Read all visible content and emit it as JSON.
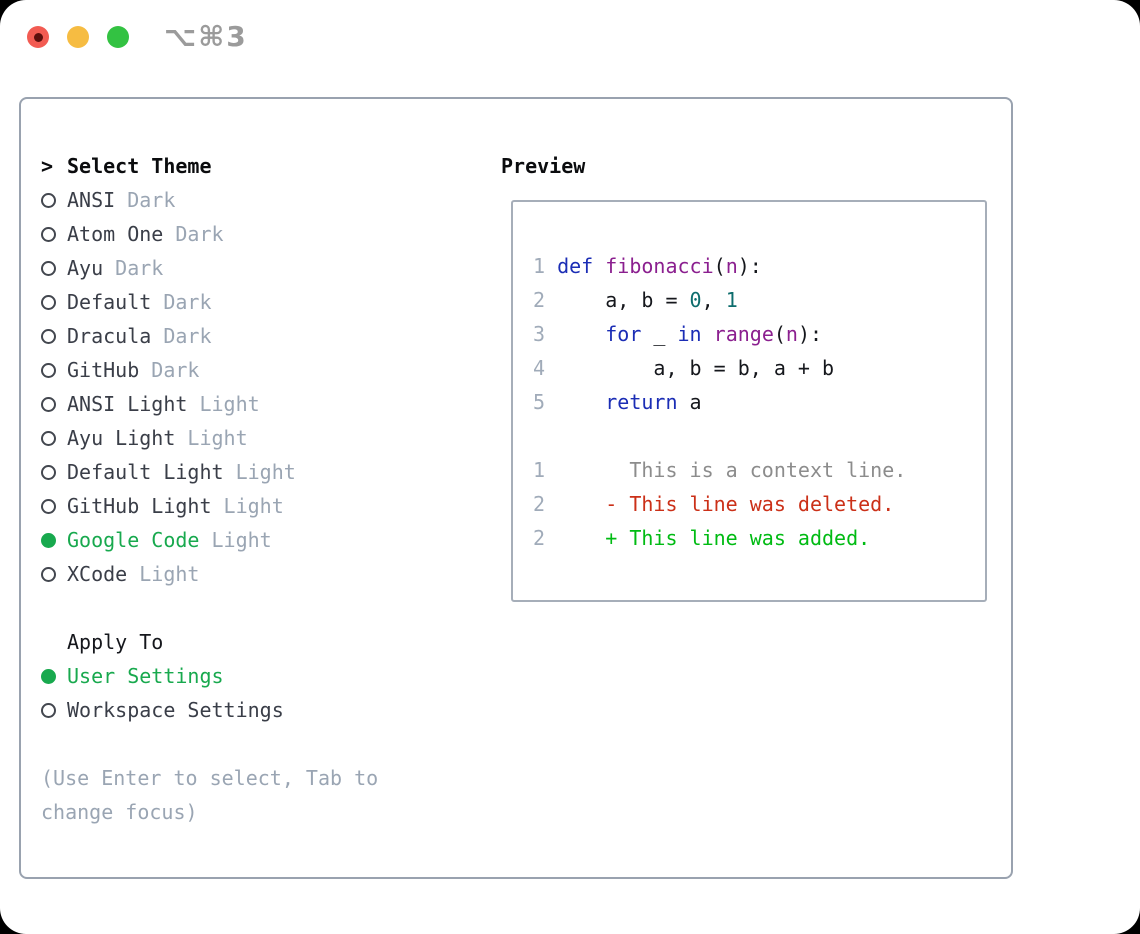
{
  "window": {
    "shortcut_label": "⌥⌘3",
    "traffic_lights": {
      "close_color": "#f25b52",
      "close_dot_color": "#5c0f0d",
      "minimize_color": "#f6bc42",
      "zoom_color": "#33c242"
    }
  },
  "theme_panel": {
    "heading_prefix": ">",
    "heading": "Select Theme",
    "themes": [
      {
        "name": "ANSI",
        "variant": "Dark",
        "selected": false
      },
      {
        "name": "Atom One",
        "variant": "Dark",
        "selected": false
      },
      {
        "name": "Ayu",
        "variant": "Dark",
        "selected": false
      },
      {
        "name": "Default",
        "variant": "Dark",
        "selected": false
      },
      {
        "name": "Dracula",
        "variant": "Dark",
        "selected": false
      },
      {
        "name": "GitHub",
        "variant": "Dark",
        "selected": false
      },
      {
        "name": "ANSI Light",
        "variant": "Light",
        "selected": false
      },
      {
        "name": "Ayu Light",
        "variant": "Light",
        "selected": false
      },
      {
        "name": "Default Light",
        "variant": "Light",
        "selected": false
      },
      {
        "name": "GitHub Light",
        "variant": "Light",
        "selected": false
      },
      {
        "name": "Google Code",
        "variant": "Light",
        "selected": true
      },
      {
        "name": "XCode",
        "variant": "Light",
        "selected": false
      }
    ],
    "apply_to": {
      "heading": "Apply To",
      "options": [
        {
          "name": "User Settings",
          "selected": true
        },
        {
          "name": "Workspace Settings",
          "selected": false
        }
      ]
    },
    "help_lines": [
      "(Use Enter to select, Tab to",
      "change focus)"
    ]
  },
  "preview_panel": {
    "heading": "Preview",
    "lines": [
      {
        "kind": "code",
        "number": "1",
        "tokens": [
          [
            "pl",
            " "
          ],
          [
            "kw",
            "def"
          ],
          [
            "pl",
            " "
          ],
          [
            "fn",
            "fibonacci"
          ],
          [
            "pl",
            "("
          ],
          [
            "fn",
            "n"
          ],
          [
            "pl",
            "):"
          ]
        ]
      },
      {
        "kind": "code",
        "number": "2",
        "tokens": [
          [
            "pl",
            "     a, b = "
          ],
          [
            "num",
            "0"
          ],
          [
            "pl",
            ", "
          ],
          [
            "num",
            "1"
          ]
        ]
      },
      {
        "kind": "code",
        "number": "3",
        "tokens": [
          [
            "pl",
            "     "
          ],
          [
            "kw",
            "for"
          ],
          [
            "pl",
            " _ "
          ],
          [
            "kw",
            "in"
          ],
          [
            "pl",
            " "
          ],
          [
            "fn",
            "range"
          ],
          [
            "pl",
            "("
          ],
          [
            "fn",
            "n"
          ],
          [
            "pl",
            "):"
          ]
        ]
      },
      {
        "kind": "code",
        "number": "4",
        "tokens": [
          [
            "pl",
            "         a, b = b, a + b"
          ]
        ]
      },
      {
        "kind": "code",
        "number": "5",
        "tokens": [
          [
            "pl",
            "     "
          ],
          [
            "kw",
            "return"
          ],
          [
            "pl",
            " a"
          ]
        ]
      },
      {
        "kind": "blank",
        "number": "",
        "tokens": []
      },
      {
        "kind": "diff-context",
        "number": "1",
        "tokens": [
          [
            "ctx",
            "       This is a context line."
          ]
        ]
      },
      {
        "kind": "diff-deleted",
        "number": "2",
        "tokens": [
          [
            "del",
            "     - This line was deleted."
          ]
        ]
      },
      {
        "kind": "diff-added",
        "number": "2",
        "tokens": [
          [
            "add",
            "     + This line was added."
          ]
        ]
      }
    ]
  },
  "colors": {
    "selected_green": "#18a94e",
    "keyword_blue": "#1b2db5",
    "function_purple": "#8b1f8f",
    "number_teal": "#0d6d6d",
    "plain_code": "#15171c",
    "context_gray": "#8c8c8c",
    "deleted_red": "#cb3018",
    "added_green": "#00bb13",
    "muted_gray": "#9aa5b3",
    "line_number_gray": "#a0abb9",
    "border_gray": "#99a2af"
  }
}
